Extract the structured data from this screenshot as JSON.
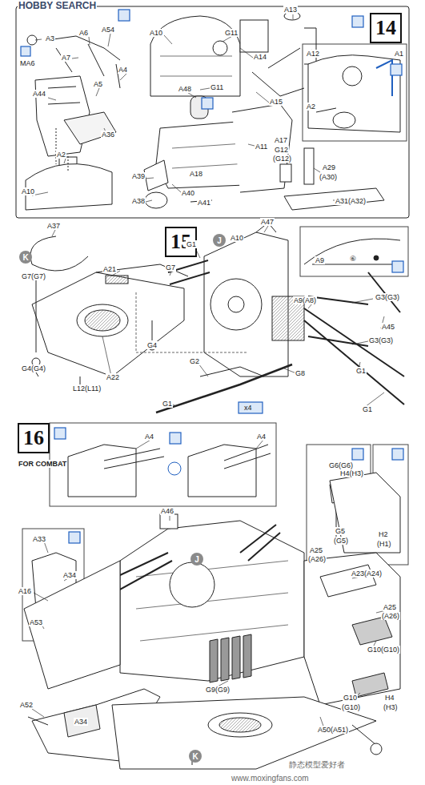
{
  "diagram": {
    "nodes": [
      {
        "text": [
          "14"
        ]
      },
      {
        "text": [
          "15"
        ]
      },
      {
        "text": [
          "J"
        ]
      },
      {
        "text": [
          "K"
        ]
      },
      {
        "text": [
          "16"
        ]
      },
      {
        "text": [
          "J"
        ]
      },
      {
        "text": [
          "K"
        ]
      }
    ],
    "labels": [
      "HOBBY SEARCH",
      "A6",
      "A54",
      "A3",
      "A7",
      "MA6",
      "A4",
      "A5",
      "A44",
      "A36",
      "A2",
      "A10",
      "A10",
      "G11",
      "A13",
      "A12",
      "A14",
      "G11",
      "A48",
      "A15",
      "A11",
      "A17",
      "G12",
      "(G12)",
      "A18",
      "A39",
      "A40",
      "A38",
      "A41",
      "A29",
      "(A30)",
      "A31(A32)",
      "A1",
      "A2",
      "A47",
      "A10",
      "A37",
      "G7(G7)",
      "A21",
      "G7",
      "G1",
      "G4",
      "G4(G4)",
      "A22",
      "L12(L11)",
      "A9",
      "⑥",
      "A9(A8)",
      "G3(G3)",
      "A45",
      "G3(G3)",
      "G1",
      "G1",
      "G2",
      "G8",
      "G1",
      "x4",
      "FOR COMBAT",
      "A4",
      "A4",
      "A33",
      "A34",
      "A53",
      "G6(G6)",
      "G5",
      "(G5)",
      "A25",
      "(A26)",
      "H4(H3)",
      "H2",
      "(H1)",
      "A46",
      "A16",
      "A23(A24)",
      "A25",
      "(A26)",
      "G10(G10)",
      "G9(G9)",
      "G10",
      "(G10)",
      "H4",
      "(H3)",
      "A52",
      "A34",
      "A50(A51)",
      "www.moxingfans.com",
      "静态模型爱好者"
    ]
  }
}
